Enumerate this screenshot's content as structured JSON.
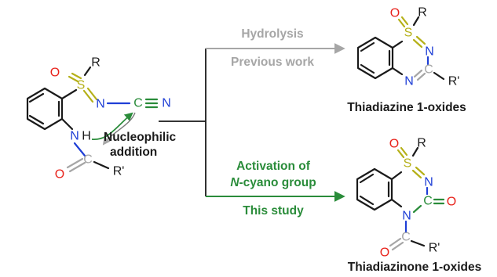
{
  "colors": {
    "bond": "#1a1a1a",
    "oxygen": "#e8231c",
    "sulfur": "#b5b018",
    "nitrogen": "#1f3fd6",
    "green": "#2a8c3a",
    "gray": "#a6a6a6"
  },
  "reactant": {
    "atoms": {
      "o_sulfoxide": "O",
      "s": "S",
      "r": "R",
      "n_sulfonimidoyl": "N",
      "c_cyano": "C",
      "n_cyano": "N",
      "n_amide": "N",
      "h_amide": "H",
      "o_amide": "O",
      "c_amide": "C",
      "r_prime": "R'"
    },
    "annotation": {
      "line1": "Nucleophilic",
      "line2": "addition"
    }
  },
  "upper_route": {
    "line1": "Hydrolysis",
    "line2": "Previous work"
  },
  "lower_route": {
    "line1": "Activation of",
    "line2_italic": "N",
    "line2_rest": "-cyano group",
    "line3": "This study"
  },
  "product_top": {
    "atoms": {
      "o": "O",
      "s": "S",
      "r": "R",
      "n1": "N",
      "c": "C",
      "r_prime": "R'",
      "n2": "N"
    },
    "caption": "Thiadiazine 1-oxides"
  },
  "product_bottom": {
    "atoms": {
      "o": "O",
      "s": "S",
      "r": "R",
      "n1": "N",
      "c": "C",
      "o_carbonyl": "O",
      "n2": "N",
      "c_acyl": "C",
      "o_acyl": "O",
      "r_prime": "R'"
    },
    "caption": "Thiadiazinone 1-oxides"
  }
}
